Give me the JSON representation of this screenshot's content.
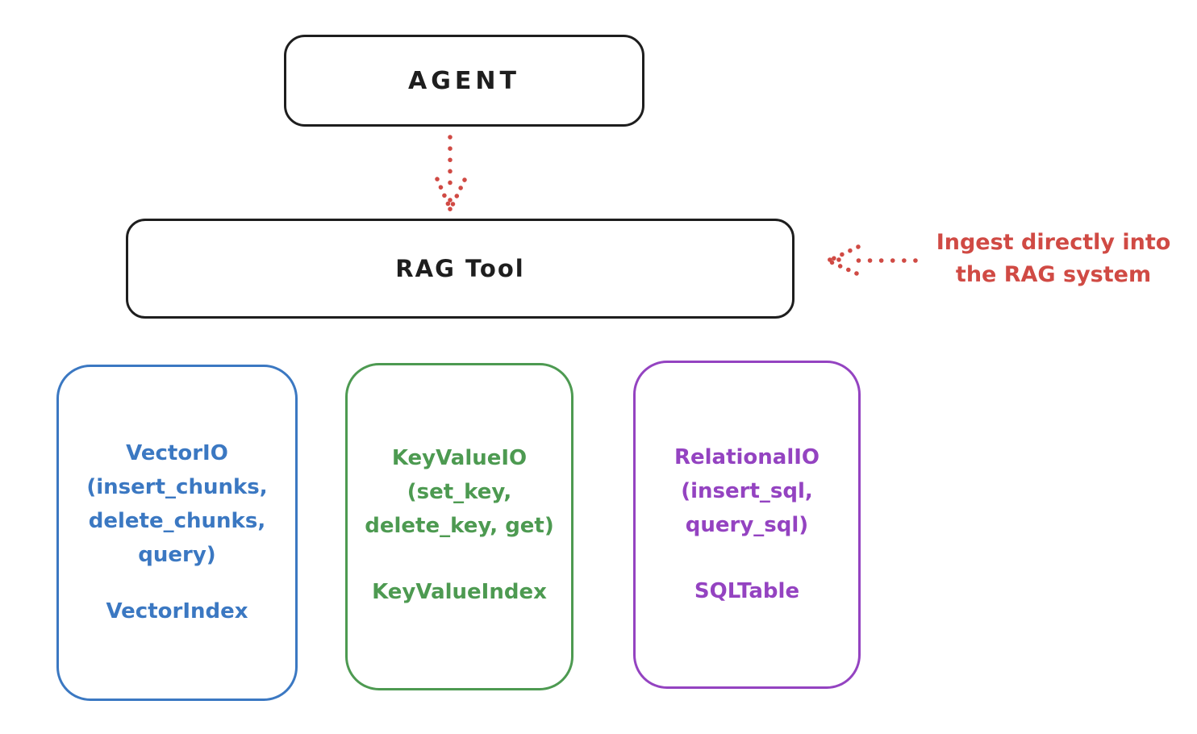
{
  "nodes": {
    "agent": {
      "label": "AGENT"
    },
    "rag_tool": {
      "label": "RAG Tool"
    }
  },
  "annotation": {
    "text": "Ingest directly into\nthe RAG system",
    "color": "#d04a44"
  },
  "cards": [
    {
      "name": "vector-io",
      "methods": "VectorIO\n(insert_chunks,\ndelete_chunks,\nquery)",
      "index_label": "VectorIndex",
      "color": "#3b78c2"
    },
    {
      "name": "key-value-io",
      "methods": "KeyValueIO\n(set_key,\ndelete_key, get)",
      "index_label": "KeyValueIndex",
      "color": "#4d9a51"
    },
    {
      "name": "relational-io",
      "methods": "RelationalIO\n(insert_sql,\nquery_sql)",
      "index_label": "SQLTable",
      "color": "#9443c1"
    }
  ],
  "colors": {
    "outline_black": "#1e1e1e",
    "arrow_red": "#d04a44",
    "vector_blue": "#3b78c2",
    "keyvalue_green": "#4d9a51",
    "relational_purple": "#9443c1",
    "background": "#ffffff"
  }
}
